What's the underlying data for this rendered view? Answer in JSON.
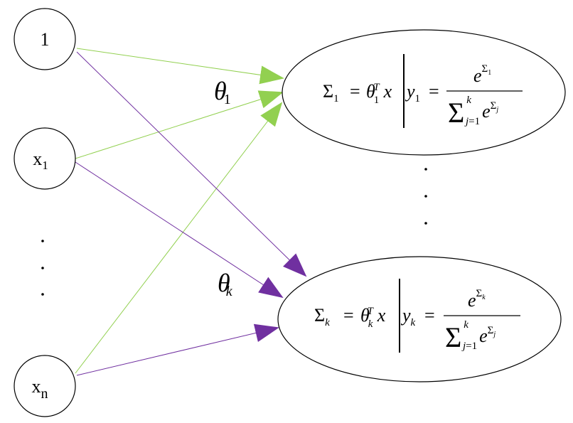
{
  "colors": {
    "green": "#92d050",
    "purple": "#7030a0",
    "stroke": "#000000"
  },
  "inputs": [
    {
      "label": "1",
      "sub": ""
    },
    {
      "label": "x",
      "sub": "1"
    },
    {
      "label": "x",
      "sub": "n"
    }
  ],
  "weights": [
    {
      "symbol": "θ",
      "sub": "1"
    },
    {
      "symbol": "θ",
      "sub": "k"
    }
  ],
  "outputs": [
    {
      "sum_symbol": "Σ",
      "sub": "1",
      "equals": "=",
      "theta": "θ",
      "transpose": "T",
      "x": "x",
      "y": "y",
      "e": "e",
      "sum_upper": "k",
      "sum_lower": "j",
      "sum_lower_eq": "=1"
    },
    {
      "sum_symbol": "Σ",
      "sub": "k",
      "equals": "=",
      "theta": "θ",
      "transpose": "T",
      "x": "x",
      "y": "y",
      "e": "e",
      "sum_upper": "k",
      "sum_lower": "j",
      "sum_lower_eq": "=1"
    }
  ]
}
